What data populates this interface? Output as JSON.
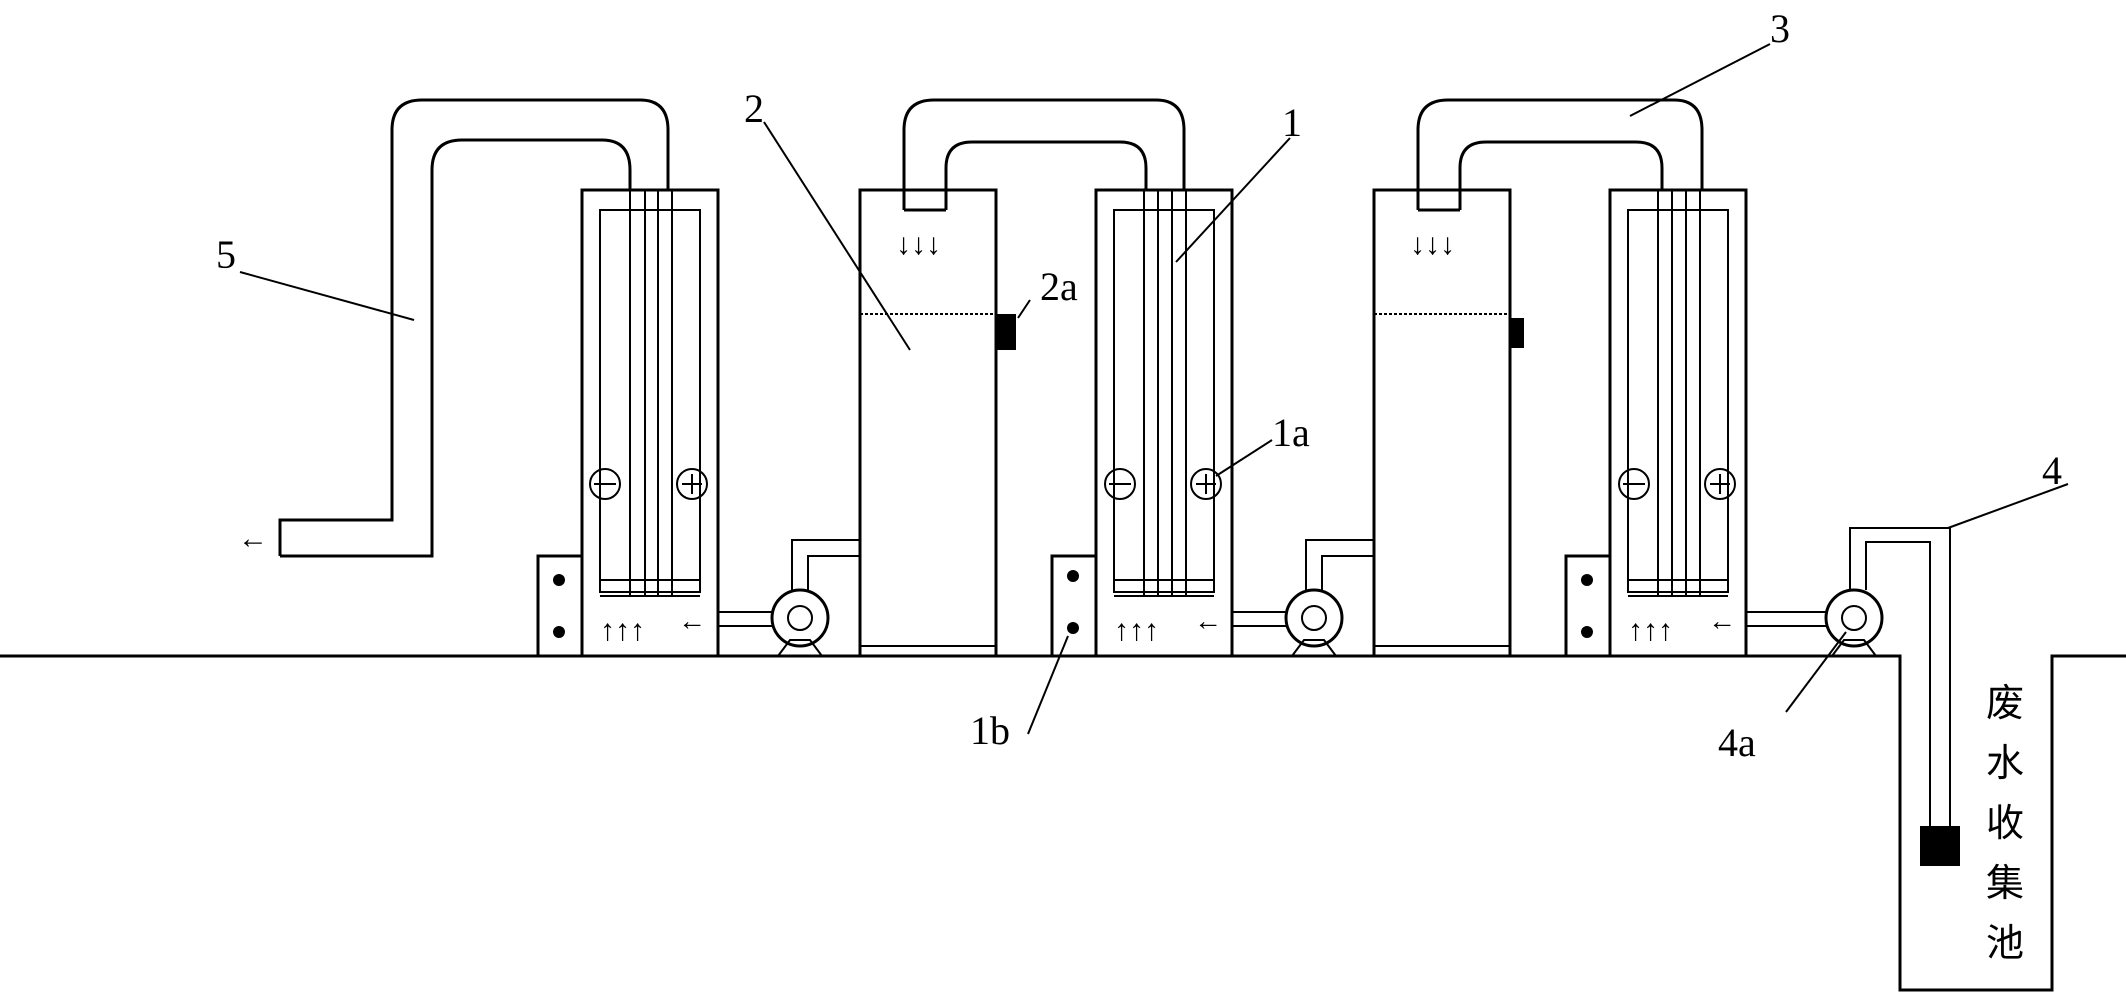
{
  "labels": {
    "label_1": "1",
    "label_1a": "1a",
    "label_1b": "1b",
    "label_2": "2",
    "label_2a": "2a",
    "label_3": "3",
    "label_4": "4",
    "label_4a": "4a",
    "label_5": "5"
  },
  "pool": {
    "chars": [
      "废",
      "水",
      "收",
      "集",
      "池"
    ]
  },
  "symbols": {
    "cathode": "−",
    "anode": "+",
    "flow_up": "↑↑↑",
    "flow_down": "↓↓↓",
    "flow_left": "←"
  }
}
